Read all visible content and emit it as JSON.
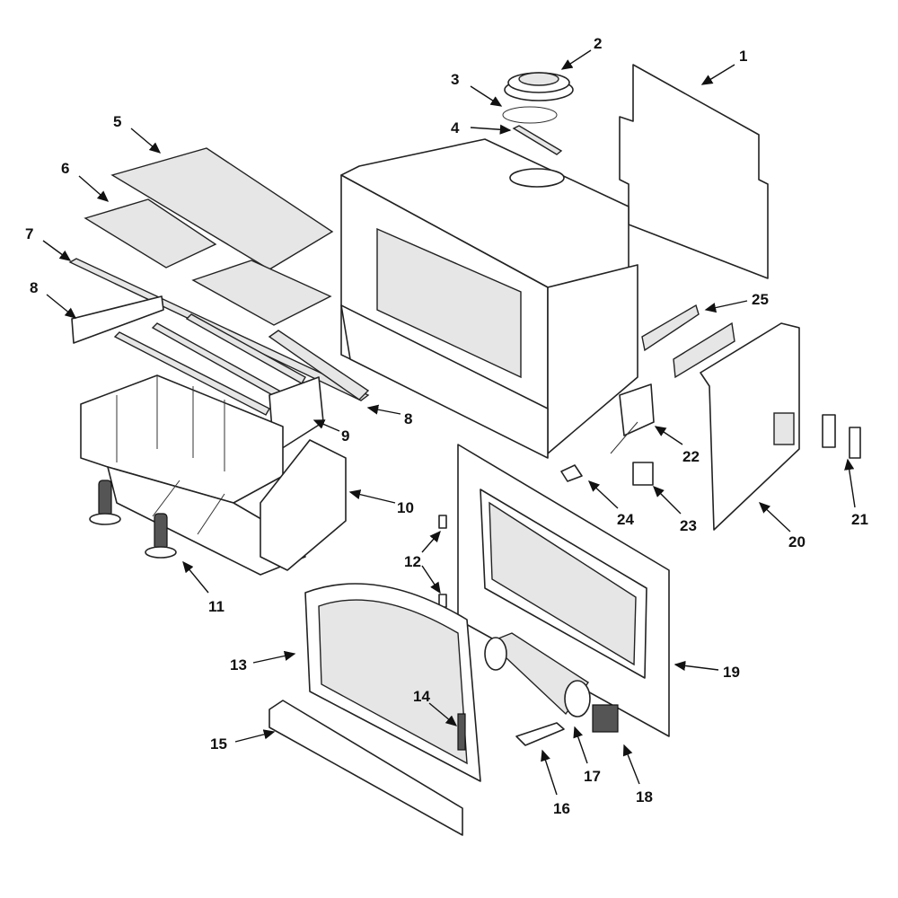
{
  "diagram": {
    "type": "exploded-parts-view",
    "callouts": [
      "1",
      "2",
      "3",
      "4",
      "5",
      "6",
      "7",
      "8",
      "8",
      "9",
      "10",
      "11",
      "12",
      "13",
      "14",
      "15",
      "16",
      "17",
      "18",
      "19",
      "20",
      "21",
      "22",
      "23",
      "24",
      "25"
    ]
  }
}
